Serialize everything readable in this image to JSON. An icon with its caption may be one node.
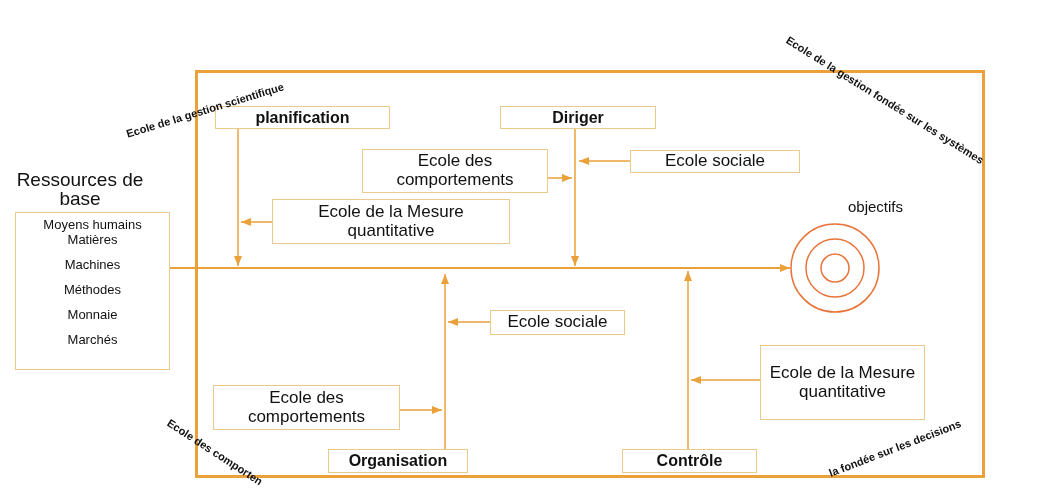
{
  "diagram": {
    "nodes": [
      {
        "text": [],
        "shape": "box"
      },
      {
        "text": [
          "planification"
        ],
        "in": 0
      },
      {
        "text": [
          "Diriger"
        ],
        "in": 0
      },
      {
        "text": [
          "Ecole des comportements"
        ],
        "in": 0
      },
      {
        "text": [
          "Ecole sociale"
        ],
        "in": 0
      },
      {
        "text": [
          "Ecole de la Mesure quantitative"
        ],
        "in": 0
      },
      {
        "text": [
          "Ressources de base",
          "Moyens humains",
          "Matières",
          "Machines",
          "Méthodes",
          "Monnaie",
          "Marchés"
        ]
      },
      {
        "text": [
          "objectifs"
        ],
        "in": 0
      },
      {
        "text": [
          "Ecole sociale"
        ],
        "in": 0
      },
      {
        "text": [
          "Ecole des comportements"
        ],
        "in": 0
      },
      {
        "text": [
          "Ecole de la Mesure quantitative"
        ],
        "in": 0
      },
      {
        "text": [
          "Organisation"
        ],
        "in": 0
      },
      {
        "text": [
          "Contrôle"
        ],
        "in": 0
      }
    ],
    "edges": [
      {
        "from": 6,
        "to": 7,
        "arrow": "to"
      },
      {
        "from": 1,
        "to": null,
        "arrow": "to"
      },
      {
        "from": 5,
        "to": null,
        "arrow": "to"
      },
      {
        "from": 2,
        "to": null,
        "arrow": "to"
      },
      {
        "from": 3,
        "to": null,
        "arrow": "to"
      },
      {
        "from": 4,
        "to": null,
        "arrow": "to"
      },
      {
        "from": 11,
        "to": null,
        "arrow": "to"
      },
      {
        "from": 8,
        "to": null,
        "arrow": "to"
      },
      {
        "from": 9,
        "to": null,
        "arrow": "to"
      },
      {
        "from": 12,
        "to": null,
        "arrow": "to"
      },
      {
        "from": 10,
        "to": null,
        "arrow": "to"
      }
    ],
    "labels": [
      "Ecole de la gestion scientifique",
      "Ecole de la gestion fondée sur les systèmes",
      "Ecole des comporten",
      "la fondée sur les decisions"
    ]
  }
}
